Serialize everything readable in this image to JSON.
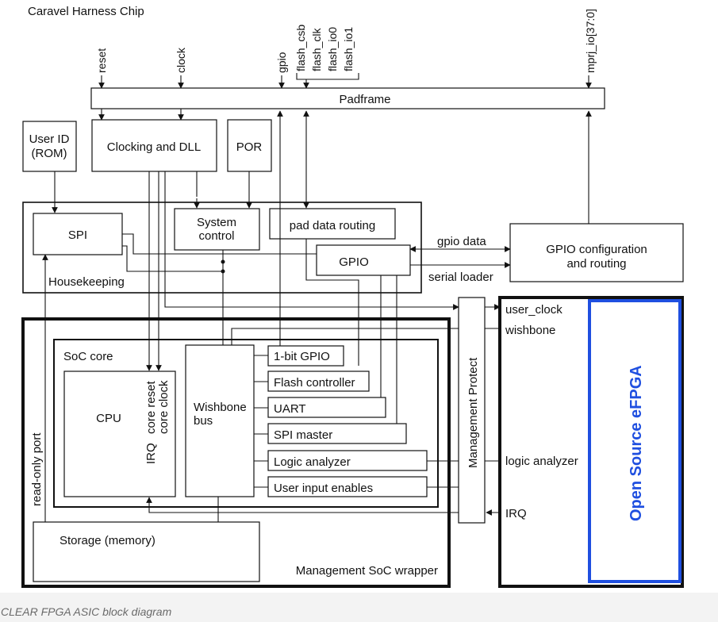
{
  "title": "Caravel Harness Chip",
  "caption": "CLEAR FPGA ASIC block diagram",
  "colors": {
    "efpga_border": "#1f4fe0",
    "efpga_text": "#1f4fe0"
  },
  "pins": {
    "reset": "reset",
    "clock": "clock",
    "gpio": "gpio",
    "flash_csb": "flash_csb",
    "flash_clk": "flash_clk",
    "flash_io0": "flash_io0",
    "flash_io1": "flash_io1",
    "mprj_io": "mprj_io[37:0]"
  },
  "blocks": {
    "padframe": "Padframe",
    "user_id_line1": "User ID",
    "user_id_line2": "(ROM)",
    "clocking": "Clocking and DLL",
    "por": "POR",
    "spi": "SPI",
    "system_control_line1": "System",
    "system_control_line2": "control",
    "pad_data_routing": "pad data routing",
    "gpio": "GPIO",
    "housekeeping": "Housekeeping",
    "gpio_config_line1": "GPIO configuration",
    "gpio_config_line2": "and routing",
    "soc_core": "SoC core",
    "cpu": "CPU",
    "irq_port": "IRQ",
    "core_reset": "core reset",
    "core_clock": "core clock",
    "wishbone_bus_line1": "Wishbone",
    "wishbone_bus_line2": "bus",
    "gpio_1bit": "1-bit GPIO",
    "flash_controller": "Flash controller",
    "uart": "UART",
    "spi_master": "SPI master",
    "logic_analyzer": "Logic analyzer",
    "user_input_enables": "User input enables",
    "read_only_port": "read-only port",
    "storage": "Storage (memory)",
    "management_wrapper": "Management SoC wrapper",
    "management_protect": "Management Protect",
    "efpga": "Open Source eFPGA"
  },
  "signals": {
    "gpio_data": "gpio data",
    "serial_loader": "serial loader",
    "user_clock": "user_clock",
    "wishbone": "wishbone",
    "logic_analyzer": "logic analyzer",
    "irq": "IRQ"
  }
}
